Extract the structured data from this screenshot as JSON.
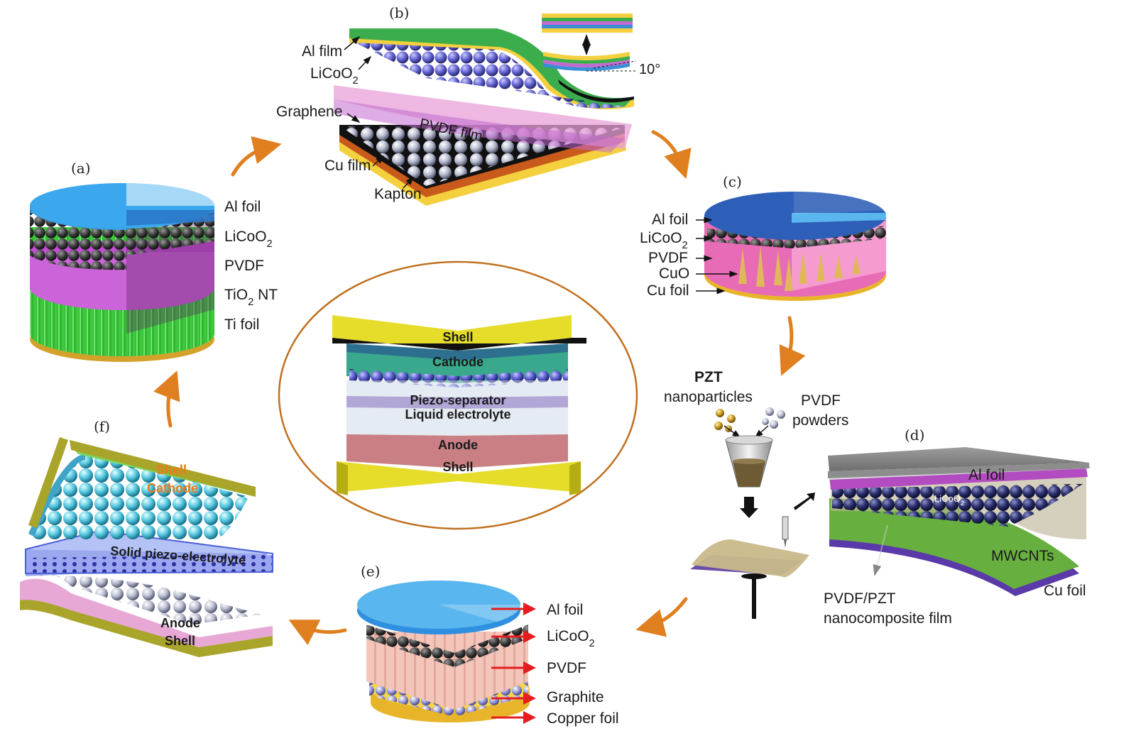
{
  "panels": {
    "a": {
      "tag": "(a)",
      "labels": [
        "Al foil",
        "LiCoO2",
        "PVDF",
        "TiO2 NT",
        "Ti foil"
      ]
    },
    "b": {
      "tag": "(b)",
      "labels": {
        "al": "Al film",
        "licoo2": "LiCoO2",
        "graphene": "Graphene",
        "pvdf": "PVDF film",
        "cu": "Cu film",
        "kapton": "Kapton"
      },
      "angle": "10°"
    },
    "c": {
      "tag": "(c)",
      "labels": [
        "Al foil",
        "LiCoO2",
        "PVDF",
        "CuO",
        "Cu foil"
      ]
    },
    "d": {
      "tag": "(d)",
      "pzt_line1": "PZT",
      "pzt_line2": "nanoparticles",
      "pvdf_line1": "PVDF",
      "pvdf_line2": "powders",
      "al": "Al foil",
      "licoo2": "LiCoO2",
      "mwcnts": "MWCNTs",
      "cu": "Cu foil",
      "film_line1": "PVDF/PZT",
      "film_line2": "nanocomposite film"
    },
    "e": {
      "tag": "(e)",
      "labels": [
        "Al foil",
        "LiCoO2",
        "PVDF",
        "Graphite",
        "Copper foil"
      ]
    },
    "f": {
      "tag": "(f)",
      "shell_top": "Shell",
      "cathode": "Cathode",
      "electrolyte": "Solid piezo-electrolyte",
      "anode": "Anode",
      "shell_bottom": "Shell"
    },
    "center": {
      "shell_top": "Shell",
      "cathode": "Cathode",
      "separator": "Piezo-separator",
      "electrolyte": "Liquid electrolyte",
      "anode": "Anode",
      "shell_bottom": "Shell"
    }
  },
  "colors": {
    "cycle_arrow": "#e07f1f",
    "al_blue": "#3a8fd6",
    "pvdf_magenta": "#c556d6",
    "tio2_green": "#3ec93e",
    "gold": "#e8c84a",
    "red_arrow": "#e41e1e",
    "pink": "#e86bb5"
  }
}
